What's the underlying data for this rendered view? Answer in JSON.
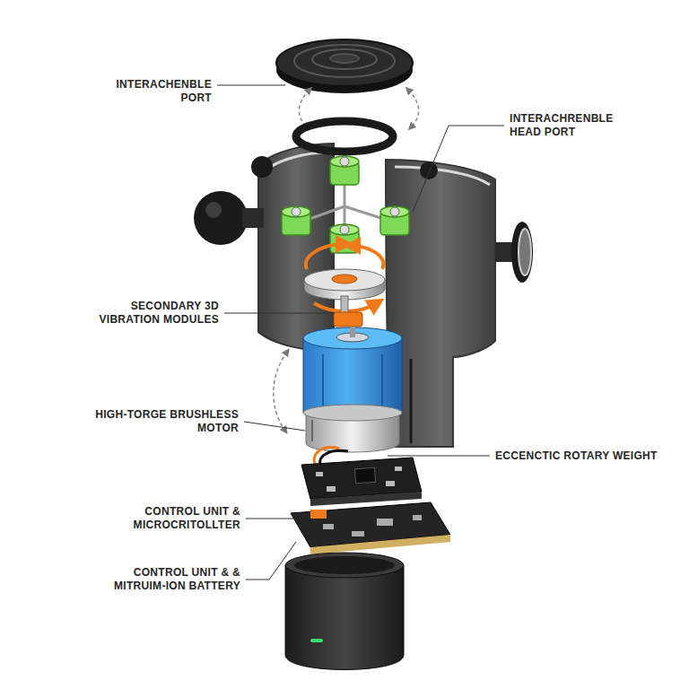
{
  "diagram": {
    "labels": [
      "INTERACHENBLE PORT",
      "INTERACHRENBLE HEAD PORT",
      "SECONDARY 3D VIBRATION MODULES",
      "HIGH-TORGE BRUSHLESS MOTOR",
      "ECCENCTIC ROTARY WEIGHT",
      "CONTROL UNIT & MICROCRITOLLTER",
      "CONTROL UNIT & & MITRUIM-ION BATTERY"
    ]
  }
}
